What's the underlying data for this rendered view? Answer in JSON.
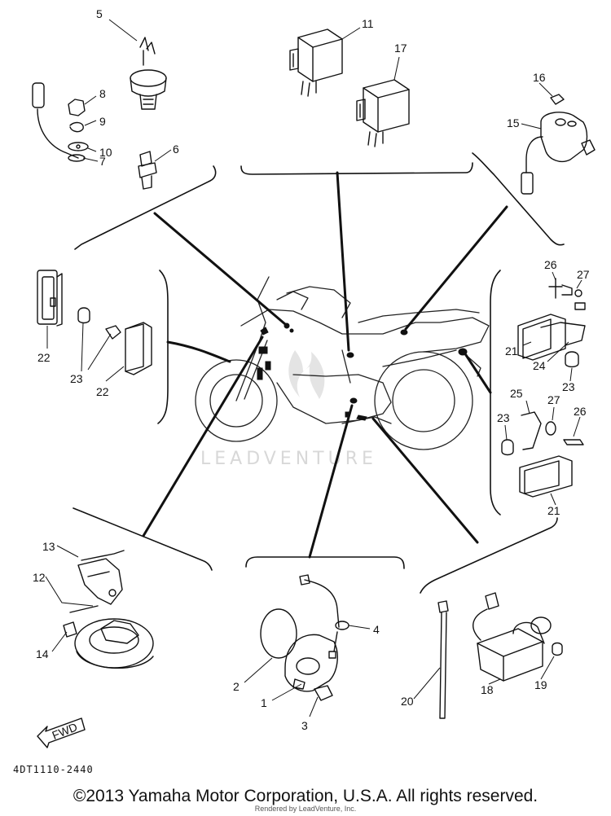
{
  "diagram": {
    "drawing_code": "4DT1110-2440",
    "copyright": "©2013 Yamaha Motor Corporation, U.S.A. All rights reserved.",
    "rendered_by": "Rendered by LeadVenture, Inc.",
    "watermark": "LEADVENTURE",
    "fwd_label": "FWD",
    "callouts": [
      "5",
      "8",
      "9",
      "10",
      "7",
      "6",
      "11",
      "17",
      "16",
      "15",
      "26",
      "27",
      "21",
      "24",
      "23",
      "25",
      "23",
      "27",
      "26",
      "21",
      "22",
      "23",
      "22",
      "13",
      "12",
      "14",
      "2",
      "1",
      "3",
      "4",
      "20",
      "18",
      "19"
    ]
  }
}
